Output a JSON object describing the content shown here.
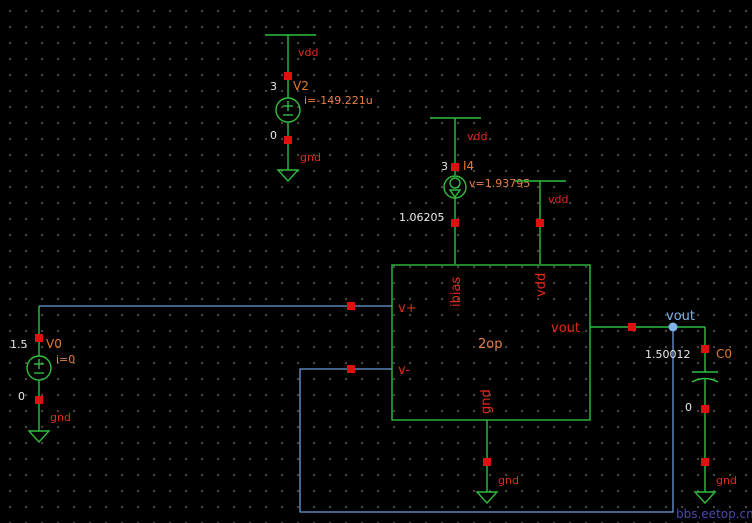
{
  "v2": {
    "name": "V2",
    "current": "i=-149.221u",
    "top_node": "3",
    "bottom_node": "0",
    "top_net": "vdd",
    "bottom_net": "gnd"
  },
  "i4": {
    "name": "I4",
    "voltage": "v=1.93795",
    "top_node": "3",
    "bottom_node": "1.06205",
    "top_net": "vdd"
  },
  "v0": {
    "name": "V0",
    "current": "i=0",
    "top_node": "1.5",
    "bottom_node": "0",
    "bottom_net": "gnd"
  },
  "c0": {
    "name": "C0",
    "top_node": "1.50012",
    "bottom_node": "0",
    "bottom_net": "gnd"
  },
  "opamp": {
    "name": "2op",
    "pins": {
      "vplus": "v+",
      "vminus": "v-",
      "ibias": "ibias",
      "vdd": "vdd",
      "vout": "vout",
      "gnd": "gnd"
    },
    "vdd_net": "vdd",
    "gnd_net": "gnd"
  },
  "nets": {
    "vout": "vout"
  },
  "colors": {
    "wire": "#2fbf3f",
    "feedback_wire": "#6d9bd6",
    "pin": "#e01010",
    "label": "#e52a1a",
    "background": "#000000"
  },
  "watermark": "bbs.eetop.cn"
}
